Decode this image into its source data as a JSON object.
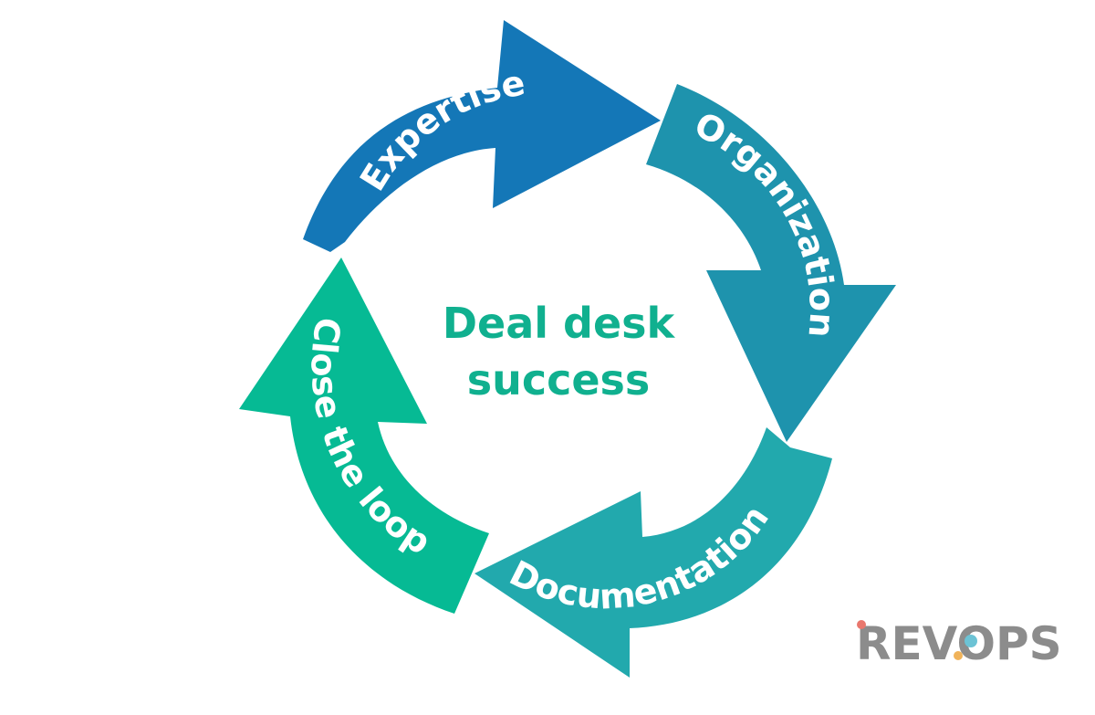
{
  "diagram": {
    "center_title": [
      "Deal desk",
      "success"
    ],
    "steps": [
      {
        "label": "Expertise",
        "color": "#1477b7"
      },
      {
        "label": "Organization",
        "color": "#1e93ad"
      },
      {
        "label": "Documentation",
        "color": "#22a9ad"
      },
      {
        "label": "Close the loop",
        "color": "#06ba94"
      }
    ],
    "center_color": "#10b08f"
  },
  "logo": {
    "text": "REVOPS",
    "color": "#8c8c8c",
    "accent_colors": [
      "#e9776d",
      "#f0b35a",
      "#6cc3d5",
      "#5fb98a",
      "#8c7fc1"
    ]
  }
}
